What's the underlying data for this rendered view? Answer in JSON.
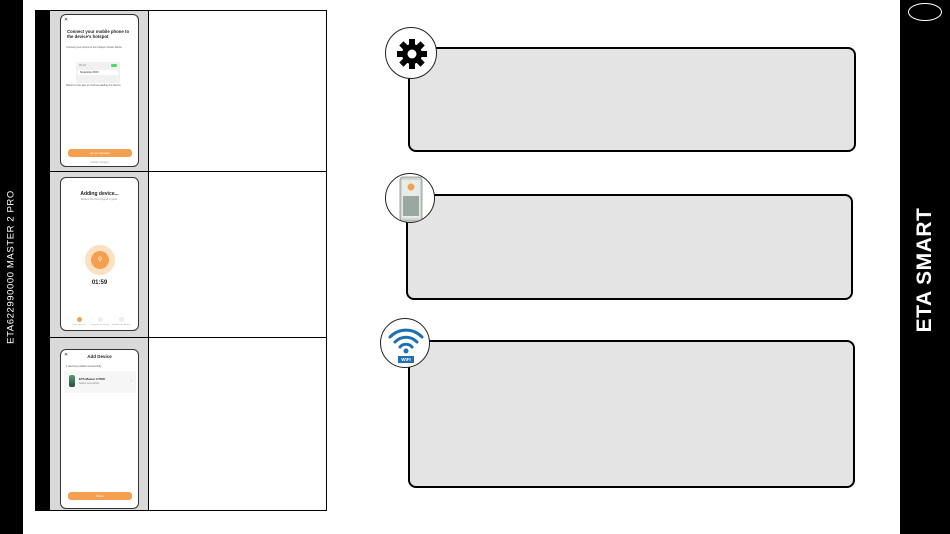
{
  "sidebar_left": {
    "model_text": "ETA622990000 MASTER 2 PRO"
  },
  "sidebar_right": {
    "brand_text": "ETA SMART"
  },
  "steps": [
    {
      "screen": {
        "title": "Connect your mobile phone to the device's hotspot",
        "option_1": "Connect your phone to the hotspot shown below:",
        "wifi_label": "WLAN",
        "wifi_network": "SmartLife-XXXX",
        "option_2": "Return to the app to continue adding the device.",
        "primary_button": "Go to Connect",
        "secondary_link": "Confirm hotspot"
      }
    },
    {
      "screen": {
        "title": "Adding device...",
        "subtitle": "Ensure the Wi-Fi signal is good.",
        "timer": "01:59",
        "step_labels": [
          "Scan devices",
          "Register on Cloud",
          "Initialize the device"
        ]
      }
    },
    {
      "screen": {
        "title": "Add Device",
        "found_label": "1 device(s) added successfully",
        "device_name": "ETA Master 2 PRO",
        "device_status": "Added successfully",
        "primary_button": "Done"
      }
    }
  ],
  "info_boxes": [
    {
      "icon": "gear-icon"
    },
    {
      "icon": "phone-icon"
    },
    {
      "icon": "wifi-icon",
      "icon_badge": "WIFI"
    }
  ],
  "colors": {
    "accent_orange": "#f5a051",
    "box_gray": "#e4e4e4",
    "wifi_blue": "#1e6fb5"
  }
}
